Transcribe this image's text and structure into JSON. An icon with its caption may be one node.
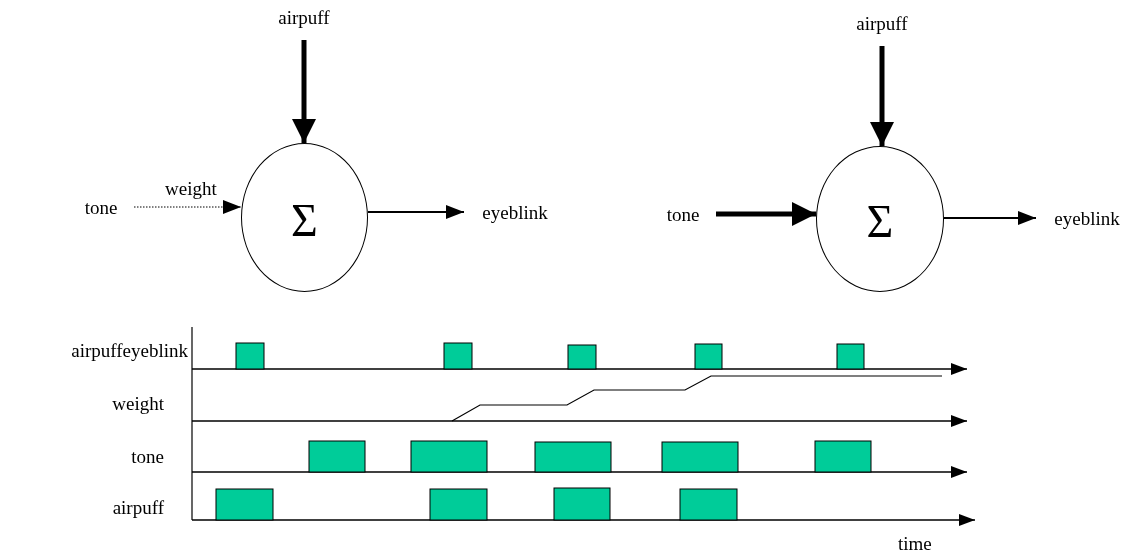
{
  "diagram": {
    "nodes": [
      {
        "text": [
          "airpuff"
        ]
      },
      {
        "text": [
          "tone"
        ]
      },
      {
        "text": [
          "Σ"
        ]
      },
      {
        "text": [
          "eyeblink"
        ]
      },
      {
        "text": [
          "airpuff"
        ]
      },
      {
        "text": [
          "tone"
        ]
      },
      {
        "text": [
          "Σ"
        ]
      },
      {
        "text": [
          "eyeblink"
        ]
      }
    ],
    "edges": [
      {
        "from": 0,
        "to": 2,
        "arrow": "to",
        "style": "thick"
      },
      {
        "from": 1,
        "to": 2,
        "arrow": "to",
        "style": "dashed",
        "label": "weight"
      },
      {
        "from": 2,
        "to": 3,
        "arrow": "to"
      },
      {
        "from": 4,
        "to": 6,
        "arrow": "to",
        "style": "thick"
      },
      {
        "from": 5,
        "to": 6,
        "arrow": "to",
        "style": "thick"
      },
      {
        "from": 6,
        "to": 7,
        "arrow": "to"
      }
    ],
    "labels": [
      "airpuffeyeblink",
      "weight",
      "tone",
      "airpuff",
      "time"
    ]
  }
}
